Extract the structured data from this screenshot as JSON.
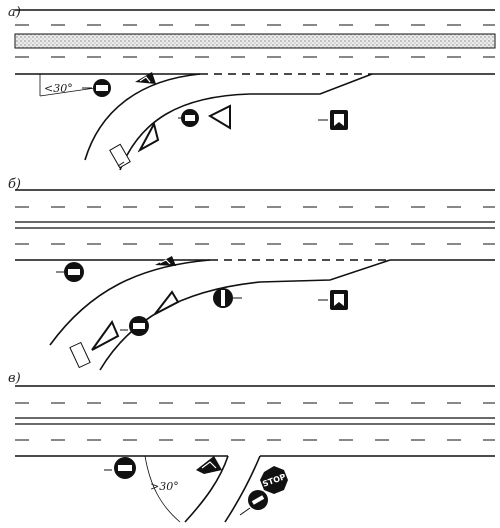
{
  "panels": [
    {
      "id": "a",
      "label": "а)",
      "angle_label": "<30°"
    },
    {
      "id": "b",
      "label": "б)"
    },
    {
      "id": "c",
      "label": "в)",
      "angle_label": ">30°",
      "stop_sign_text": "STOP"
    }
  ],
  "colors": {
    "ink": "#111111",
    "paper": "#ffffff",
    "median_fill": "#e6e6e6"
  },
  "icons": [
    "merge-lane-sign",
    "yield-triangle-sign",
    "chevron-arrow-sign",
    "lane-gain-sign",
    "no-entry-sign",
    "signpost-plate",
    "stop-sign"
  ]
}
